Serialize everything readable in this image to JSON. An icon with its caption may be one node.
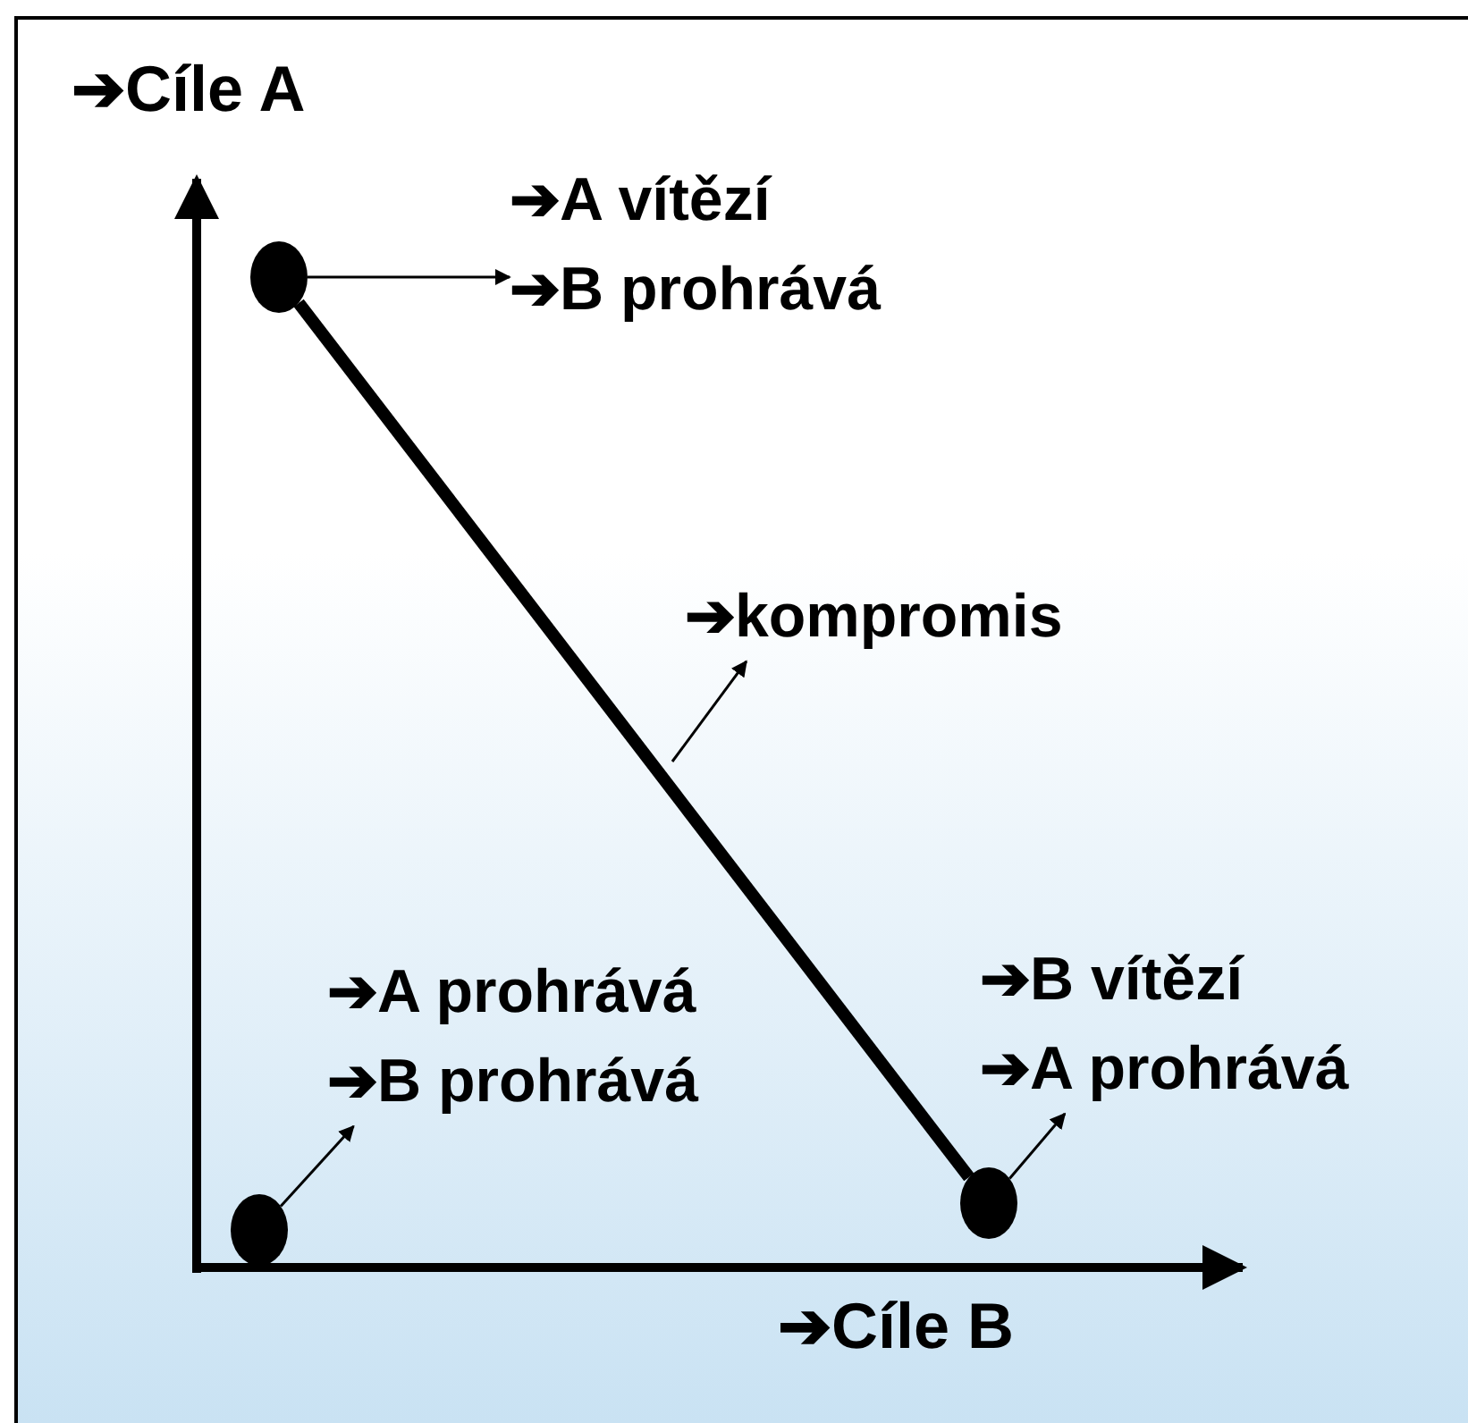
{
  "diagram": {
    "nodes": [
      {
        "text": [],
        "shape": "circle"
      },
      {
        "text": [],
        "shape": "circle"
      },
      {
        "text": [],
        "shape": "circle"
      },
      {
        "text": [
          "➔A vítězí",
          "➔B prohrává"
        ]
      },
      {
        "text": [
          "➔kompromis"
        ]
      },
      {
        "text": [
          "➔A prohrává",
          "➔B prohrává"
        ]
      },
      {
        "text": [
          "➔B vítězí",
          "➔A prohrává"
        ]
      }
    ],
    "edges": [
      {
        "from": 0,
        "to": 1,
        "arrow": "none",
        "style": "thick"
      },
      {
        "from": 0,
        "to": 3,
        "arrow": "to"
      },
      {
        "from": null,
        "to": 4,
        "arrow": "to"
      },
      {
        "from": 2,
        "to": 5,
        "arrow": "to"
      },
      {
        "from": 1,
        "to": 6,
        "arrow": "to"
      }
    ],
    "labels": [
      "➔Cíle A",
      "➔Cíle B"
    ]
  }
}
